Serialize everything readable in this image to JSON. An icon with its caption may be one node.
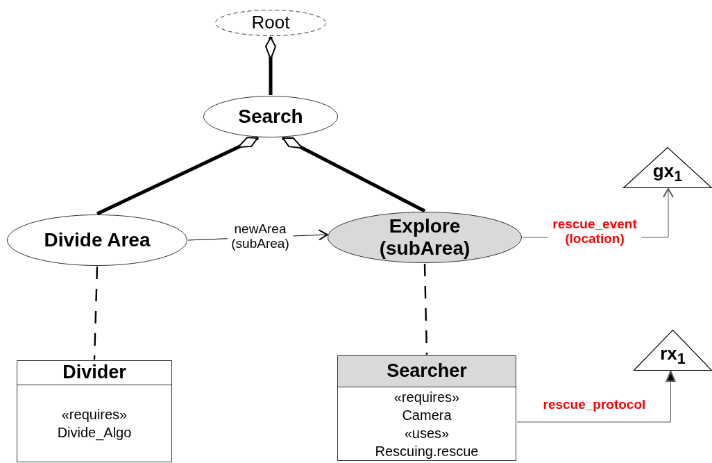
{
  "diagram": {
    "nodes": [
      {
        "text": [
          "Root"
        ]
      },
      {
        "text": [
          "Search"
        ]
      },
      {
        "text": [
          "Divide Area"
        ]
      },
      {
        "text": [
          "Explore (subArea)"
        ]
      },
      {
        "text": [
          "gx$_{1}$"
        ]
      },
      {
        "text": [
          "Divider",
          "«requires»",
          "Divide_Algo"
        ]
      },
      {
        "text": [
          "Searcher",
          "«requires»",
          "Camera",
          "«uses»",
          "Rescuing.rescue"
        ]
      },
      {
        "text": [
          "rx$_{1}$"
        ]
      }
    ],
    "edges": [
      {
        "from": 0,
        "to": 1,
        "arrow": "other",
        "style": "thick"
      },
      {
        "from": 1,
        "to": 2,
        "arrow": "other",
        "style": "thick"
      },
      {
        "from": 1,
        "to": 3,
        "arrow": "other",
        "style": "thick"
      },
      {
        "from": 2,
        "to": 3,
        "arrow": "to",
        "label": "newArea (subArea)"
      },
      {
        "from": 2,
        "to": 5,
        "arrow": "none",
        "style": "dashed"
      },
      {
        "from": 3,
        "to": 6,
        "arrow": "none",
        "style": "dashed"
      },
      {
        "from": 3,
        "to": 4,
        "arrow": "to",
        "label": "rescue_event (location)",
        "color": "#595959"
      },
      {
        "from": 6,
        "to": 7,
        "arrow": "to",
        "label": "rescue_protocol",
        "color": "#595959"
      }
    ]
  }
}
